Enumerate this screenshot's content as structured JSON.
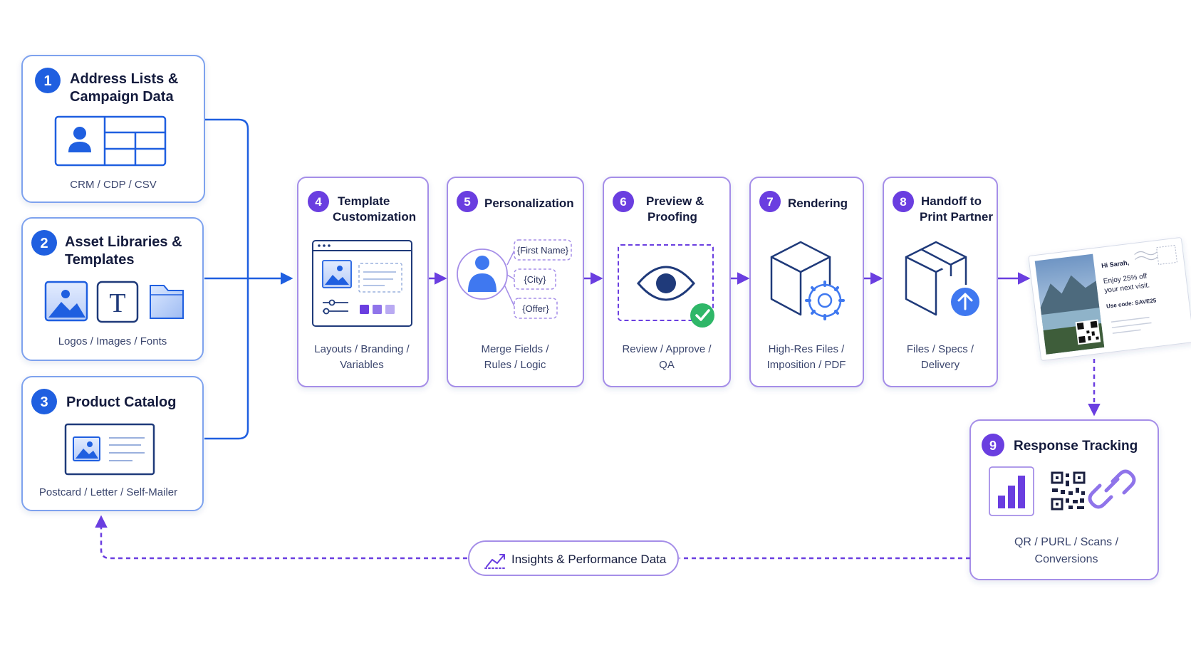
{
  "colors": {
    "blue": "#1f5fe0",
    "purple": "#6a3ee0",
    "card_blue_border": "#7ea2ee",
    "card_purple_border": "#a58ee8",
    "text": "#141b3d",
    "subtext": "#3b466e",
    "green": "#2fb768"
  },
  "sources": [
    {
      "num": "1",
      "title": [
        "Address Lists &",
        "Campaign Data"
      ],
      "caption": "CRM / CDP / CSV"
    },
    {
      "num": "2",
      "title": [
        "Asset Libraries &",
        "Templates"
      ],
      "caption": "Logos / Images / Fonts"
    },
    {
      "num": "3",
      "title": [
        "Product Catalog"
      ],
      "caption": "Postcard / Letter / Self-Mailer"
    }
  ],
  "asset_glyph": "T",
  "steps": [
    {
      "num": "4",
      "title": [
        "Template",
        "Customization"
      ],
      "caption": [
        "Layouts / Branding /",
        "Variables"
      ]
    },
    {
      "num": "5",
      "title": [
        "Personalization"
      ],
      "caption": [
        "Merge Fields /",
        "Rules / Logic"
      ]
    },
    {
      "num": "6",
      "title": [
        "Preview &",
        "Proofing"
      ],
      "caption": [
        "Review / Approve /",
        "QA"
      ]
    },
    {
      "num": "7",
      "title": [
        "Rendering"
      ],
      "caption": [
        "High-Res Files /",
        "Imposition / PDF"
      ]
    },
    {
      "num": "8",
      "title": [
        "Handoff to",
        "Print Partner"
      ],
      "caption": [
        "Files / Specs /",
        "Delivery"
      ]
    }
  ],
  "merge_fields": [
    "{First Name}",
    "{City}",
    "{Offer}"
  ],
  "postcard": {
    "greeting": "Hi Sarah,",
    "offer_line1": "Enjoy 25% off",
    "offer_line2": "your next visit.",
    "code": "Use code: SAVE25"
  },
  "tracking": {
    "num": "9",
    "title": "Response Tracking",
    "caption": [
      "QR / PURL / Scans /",
      "Conversions"
    ]
  },
  "feedback": {
    "label": "Insights & Performance Data"
  }
}
